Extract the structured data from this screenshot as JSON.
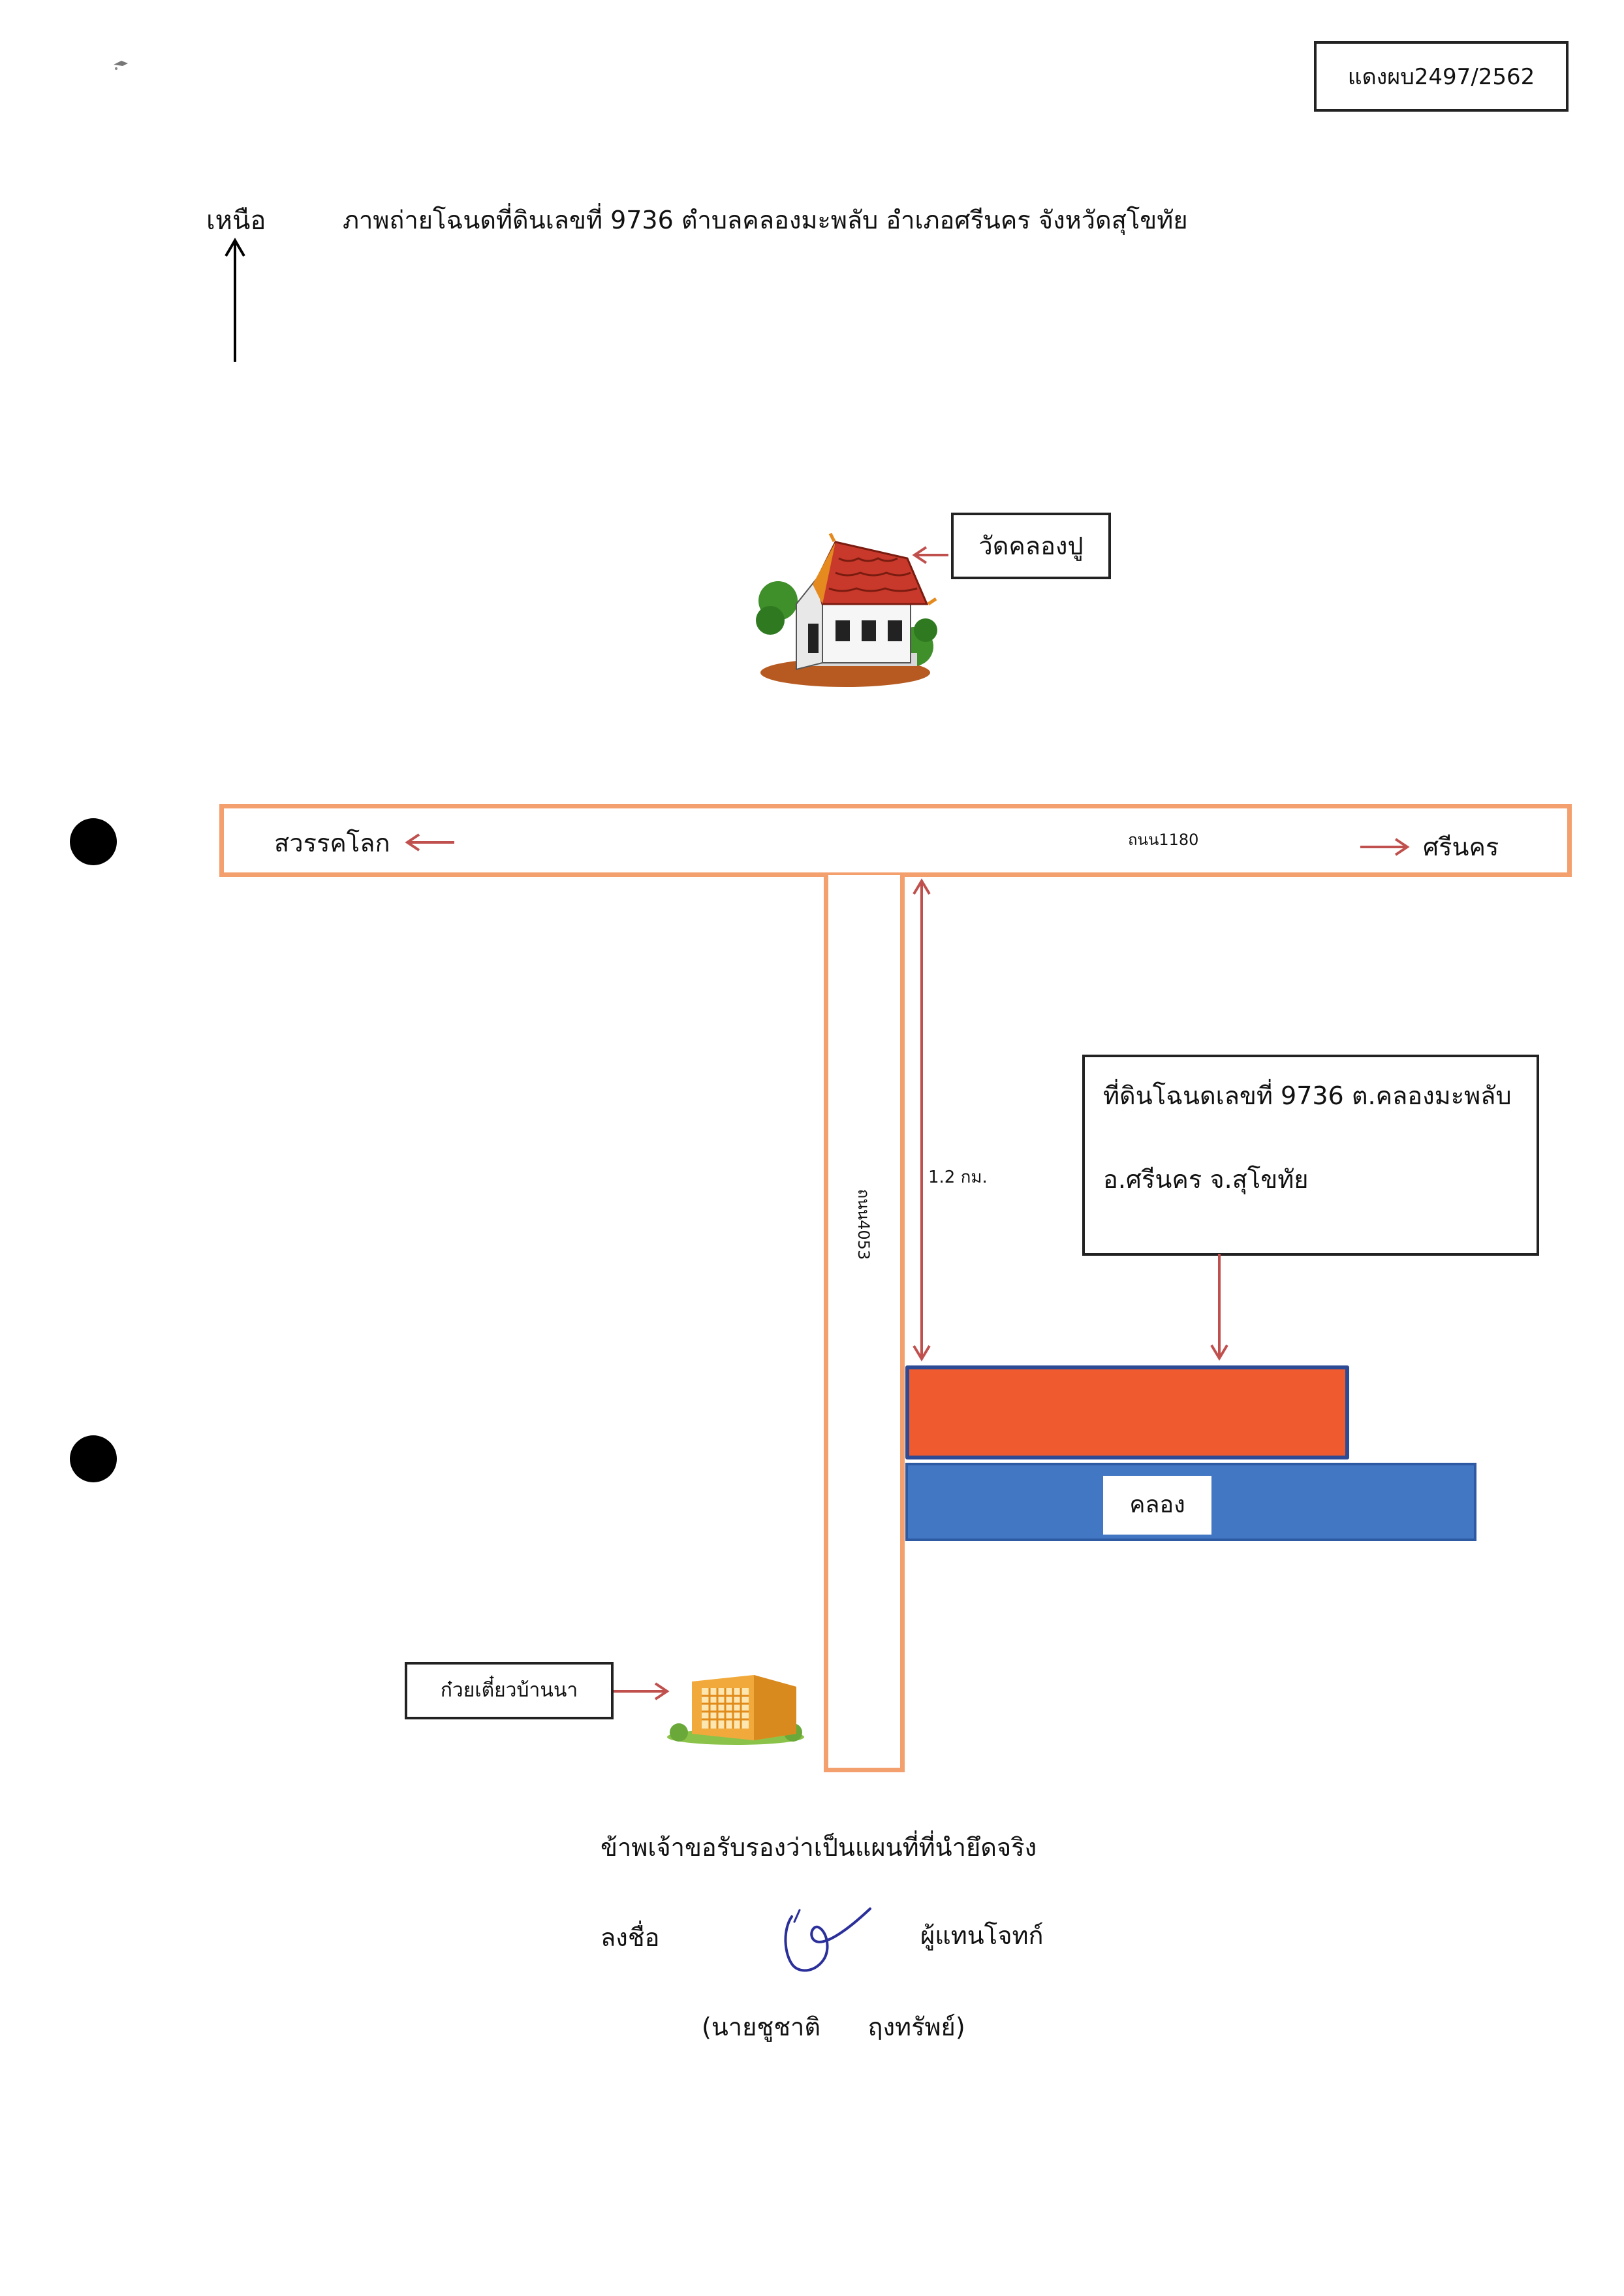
{
  "case_number": "แดงผบ2497/2562",
  "north_label": "เหนือ",
  "title": "ภาพถ่ายโฉนดที่ดินเลขที่ 9736 ตำบลคลองมะพลับ อำเภอศรีนคร จังหวัดสุโขทัย",
  "landmarks": {
    "temple": "วัดคลองปู",
    "noodle_shop": "ก๋วยเตี๋ยวบ้านนา"
  },
  "roads": {
    "main_road": "ถนน1180",
    "side_road": "ถนน4053",
    "west_destination": "สวรรคโลก",
    "east_destination": "ศรีนคร",
    "distance": "1.2 กม."
  },
  "parcel": {
    "line1": "ที่ดินโฉนดเลขที่ 9736 ต.คลองมะพลับ",
    "line2": "อ.ศรีนคร  จ.สุโขทัย"
  },
  "canal_label": "คลอง",
  "certification": {
    "statement": "ข้าพเจ้าขอรับรองว่าเป็นแผนที่ที่นำยึดจริง",
    "sign_label": "ลงชื่อ",
    "role": "ผู้แทนโจทก์",
    "name": "(นายชูชาติ      ฤงทรัพย์)"
  },
  "colors": {
    "road_border": "#f4a06e",
    "arrow": "#c0504d",
    "parcel": "#ef5a2f",
    "canal": "#4277c4",
    "signature_ink": "#2a2f9a"
  },
  "icons": [
    "north-arrow-icon",
    "temple-icon",
    "building-icon",
    "signature-mark"
  ]
}
